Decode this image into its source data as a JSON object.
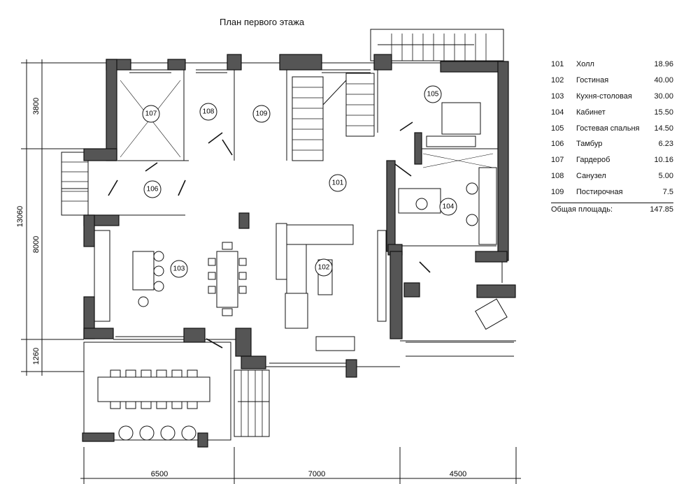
{
  "title": "План первого этажа",
  "rooms": [
    {
      "number": "101",
      "name": "Холл",
      "area": "18.96"
    },
    {
      "number": "102",
      "name": "Гостиная",
      "area": "40.00"
    },
    {
      "number": "103",
      "name": "Кухня-столовая",
      "area": "30.00"
    },
    {
      "number": "104",
      "name": "Кабинет",
      "area": "15.50"
    },
    {
      "number": "105",
      "name": "Гостевая спальня",
      "area": "14.50"
    },
    {
      "number": "106",
      "name": "Тамбур",
      "area": "6.23"
    },
    {
      "number": "107",
      "name": "Гардероб",
      "area": "10.16"
    },
    {
      "number": "108",
      "name": "Санузел",
      "area": "5.00"
    },
    {
      "number": "109",
      "name": "Постирочная",
      "area": "7.5"
    }
  ],
  "total": {
    "label": "Общая площадь:",
    "value": "147.85"
  },
  "dimensions": {
    "bottom": [
      "6500",
      "7000",
      "4500"
    ],
    "left_total": "13060",
    "left": [
      "3800",
      "8000",
      "1260"
    ]
  },
  "colors": {
    "wall": "#555555",
    "line": "#111111"
  }
}
